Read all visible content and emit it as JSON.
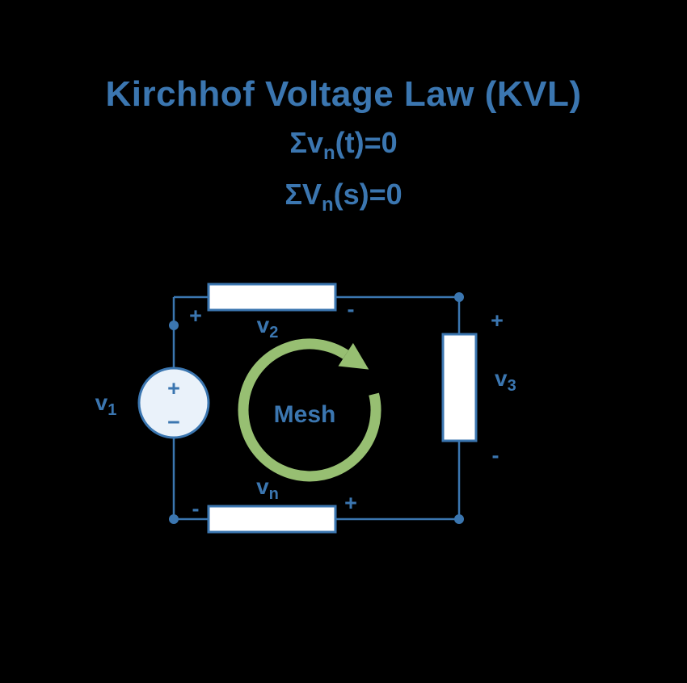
{
  "colors": {
    "blue": "#3b76b0",
    "green": "#97bf72",
    "bg": "#000000",
    "comp_fill": "#ffffff",
    "source_fill": "#eaf2fa"
  },
  "title": "Kirchhof Voltage Law (KVL)",
  "formulas": {
    "time": {
      "pre": "Σv",
      "sub": "n",
      "post": "(t)=0"
    },
    "s": {
      "pre": "ΣV",
      "sub": "n",
      "post": "(s)=0"
    }
  },
  "circuit": {
    "source": {
      "base": "v",
      "sub": "1",
      "plus": "+",
      "minus": "−"
    },
    "top_resistor": {
      "base": "v",
      "sub": "2",
      "plus": "+",
      "minus": "-"
    },
    "right_resistor": {
      "base": "v",
      "sub": "3",
      "plus": "+",
      "minus": "-"
    },
    "bottom_resistor": {
      "base": "v",
      "sub": "n",
      "plus": "+",
      "minus": "-"
    },
    "mesh_label": "Mesh"
  }
}
